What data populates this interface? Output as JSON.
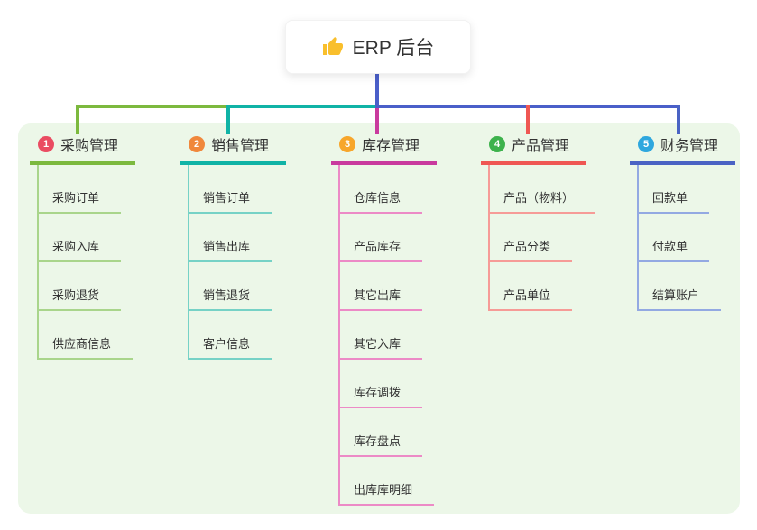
{
  "root": {
    "label": "ERP 后台",
    "icon": "thumbs-up-icon",
    "icon_color": "#f9bf2c"
  },
  "colors": {
    "root_connector": "#4a5fc9",
    "panel_bg": "#ecf7e8",
    "text": "#333333",
    "card_bg": "#ffffff"
  },
  "branches": [
    {
      "badge": "1",
      "label": "采购管理",
      "badge_color": "#ea4c62",
      "line_color": "#7cb93e",
      "child_line_color": "#a9d58b",
      "children": [
        "采购订单",
        "采购入库",
        "采购退货",
        "供应商信息"
      ]
    },
    {
      "badge": "2",
      "label": "销售管理",
      "badge_color": "#f0883c",
      "line_color": "#10b3a6",
      "child_line_color": "#76d2c6",
      "children": [
        "销售订单",
        "销售出库",
        "销售退货",
        "客户信息"
      ]
    },
    {
      "badge": "3",
      "label": "库存管理",
      "badge_color": "#f7a62b",
      "line_color": "#c93a9e",
      "child_line_color": "#ec8ac6",
      "children": [
        "仓库信息",
        "产品库存",
        "其它出库",
        "其它入库",
        "库存调拨",
        "库存盘点",
        "出库库明细"
      ]
    },
    {
      "badge": "4",
      "label": "产品管理",
      "badge_color": "#3db24c",
      "line_color": "#ef5753",
      "child_line_color": "#f69b97",
      "children": [
        "产品（物料）",
        "产品分类",
        "产品单位"
      ]
    },
    {
      "badge": "5",
      "label": "财务管理",
      "badge_color": "#2ea7de",
      "line_color": "#4a63c4",
      "child_line_color": "#93a9e2",
      "children": [
        "回款单",
        "付款单",
        "结算账户"
      ]
    }
  ]
}
